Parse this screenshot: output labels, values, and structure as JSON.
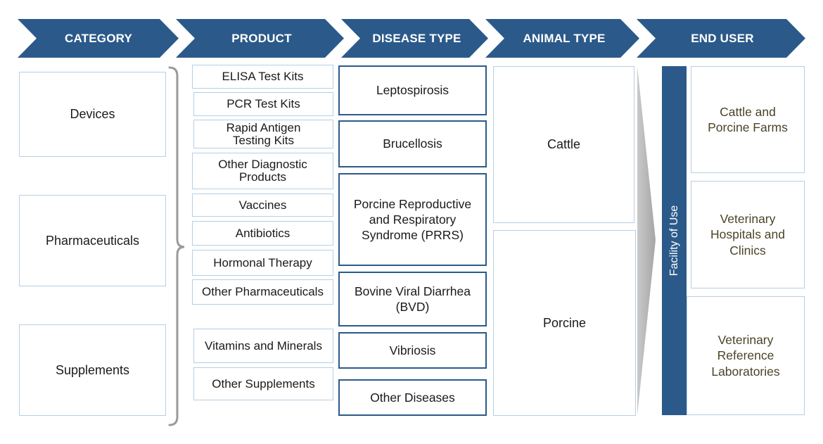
{
  "colors": {
    "header_fill": "#2b5a8a",
    "box_border_light": "#b5cfe4",
    "box_border_dark": "#2b5a8a",
    "end_user_text": "#4a4428"
  },
  "headers": [
    "CATEGORY",
    "PRODUCT",
    "DISEASE TYPE",
    "ANIMAL TYPE",
    "END USER"
  ],
  "categories": [
    "Devices",
    "Pharmaceuticals",
    "Supplements"
  ],
  "products": [
    "ELISA Test Kits",
    "PCR Test Kits",
    "Rapid Antigen Testing Kits",
    "Other Diagnostic Products",
    "Vaccines",
    "Antibiotics",
    "Hormonal Therapy",
    "Other Pharmaceuticals",
    "Vitamins and Minerals",
    "Other Supplements"
  ],
  "disease_types": [
    "Leptospirosis",
    "Brucellosis",
    "Porcine Reproductive and Respiratory Syndrome (PRRS)",
    "Bovine Viral Diarrhea (BVD)",
    "Vibriosis",
    "Other Diseases"
  ],
  "animal_types": [
    "Cattle",
    "Porcine"
  ],
  "facility_label": "Facility of Use",
  "end_users": [
    "Cattle and Porcine Farms",
    "Veterinary Hospitals and Clinics",
    "Veterinary Reference Laboratories"
  ]
}
